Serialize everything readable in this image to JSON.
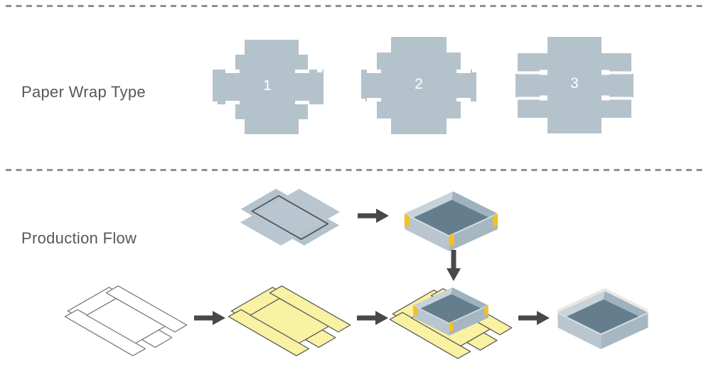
{
  "colors": {
    "blue_gray": "#b4c2cc",
    "blue_gray_soft": "#b9c6cf",
    "blue_gray_deep": "#a6b7c2",
    "inner_light": "#c8d3d9",
    "inner_mid": "#9eb2bf",
    "slate_dark": "#647e8d",
    "yellow_paper": "#f8f2a2",
    "gold_tab": "#f5c11c",
    "outline_gray": "#77787a",
    "crease_dark": "#4e4f51",
    "panel_stroke": "#595a5c",
    "arrow": "#48484a",
    "text": "#57585a",
    "dash": "#8f9092",
    "rim_white": "#eae8e2",
    "rim_highlight": "#d5dde2"
  },
  "sections": {
    "paper_wrap": {
      "label": "Paper Wrap Type",
      "types": [
        {
          "number": "1"
        },
        {
          "number": "2"
        },
        {
          "number": "3"
        }
      ]
    },
    "production_flow": {
      "label": "Production Flow"
    }
  }
}
